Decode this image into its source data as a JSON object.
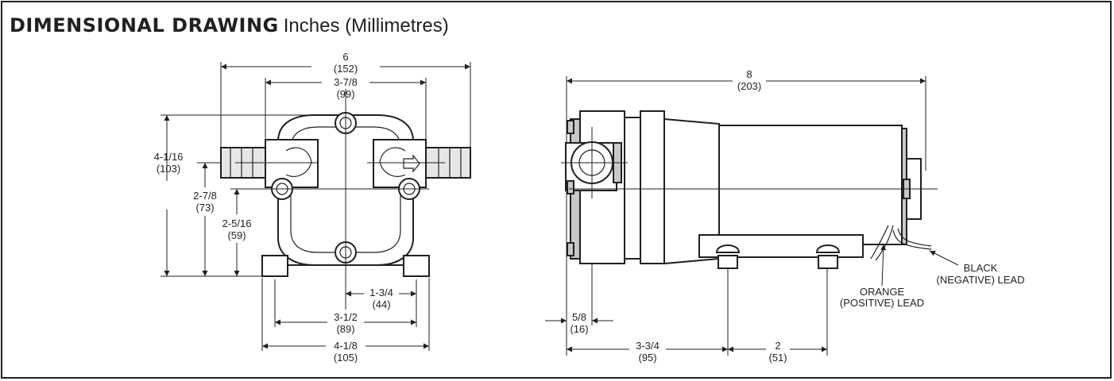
{
  "title": {
    "main": "DIMENSIONAL DRAWING",
    "units": "Inches (Millimetres)"
  },
  "front_view": {
    "overall_width": {
      "in": "6",
      "mm": "(152)"
    },
    "port_spacing": {
      "in": "3-7/8",
      "mm": "(99)"
    },
    "overall_height": {
      "in": "4-1/16",
      "mm": "(103)"
    },
    "port_height": {
      "in": "2-7/8",
      "mm": "(73)"
    },
    "mount_height": {
      "in": "2-5/16",
      "mm": "(59)"
    },
    "half_mount": {
      "in": "1-3/4",
      "mm": "(44)"
    },
    "mount_spacing": {
      "in": "3-1/2",
      "mm": "(89)"
    },
    "base_width": {
      "in": "4-1/8",
      "mm": "(105)"
    }
  },
  "side_view": {
    "overall_length": {
      "in": "8",
      "mm": "(203)"
    },
    "port_offset": {
      "in": "5/8",
      "mm": "(16)"
    },
    "first_mount": {
      "in": "3-3/4",
      "mm": "(95)"
    },
    "mount_spacing": {
      "in": "2",
      "mm": "(51)"
    },
    "lead_black": {
      "line1": "BLACK",
      "line2": "(NEGATIVE) LEAD"
    },
    "lead_orange": {
      "line1": "ORANGE",
      "line2": "(POSITIVE) LEAD"
    }
  },
  "colors": {
    "ink": "#231f20",
    "border": "#231f20",
    "background": "#ffffff"
  }
}
